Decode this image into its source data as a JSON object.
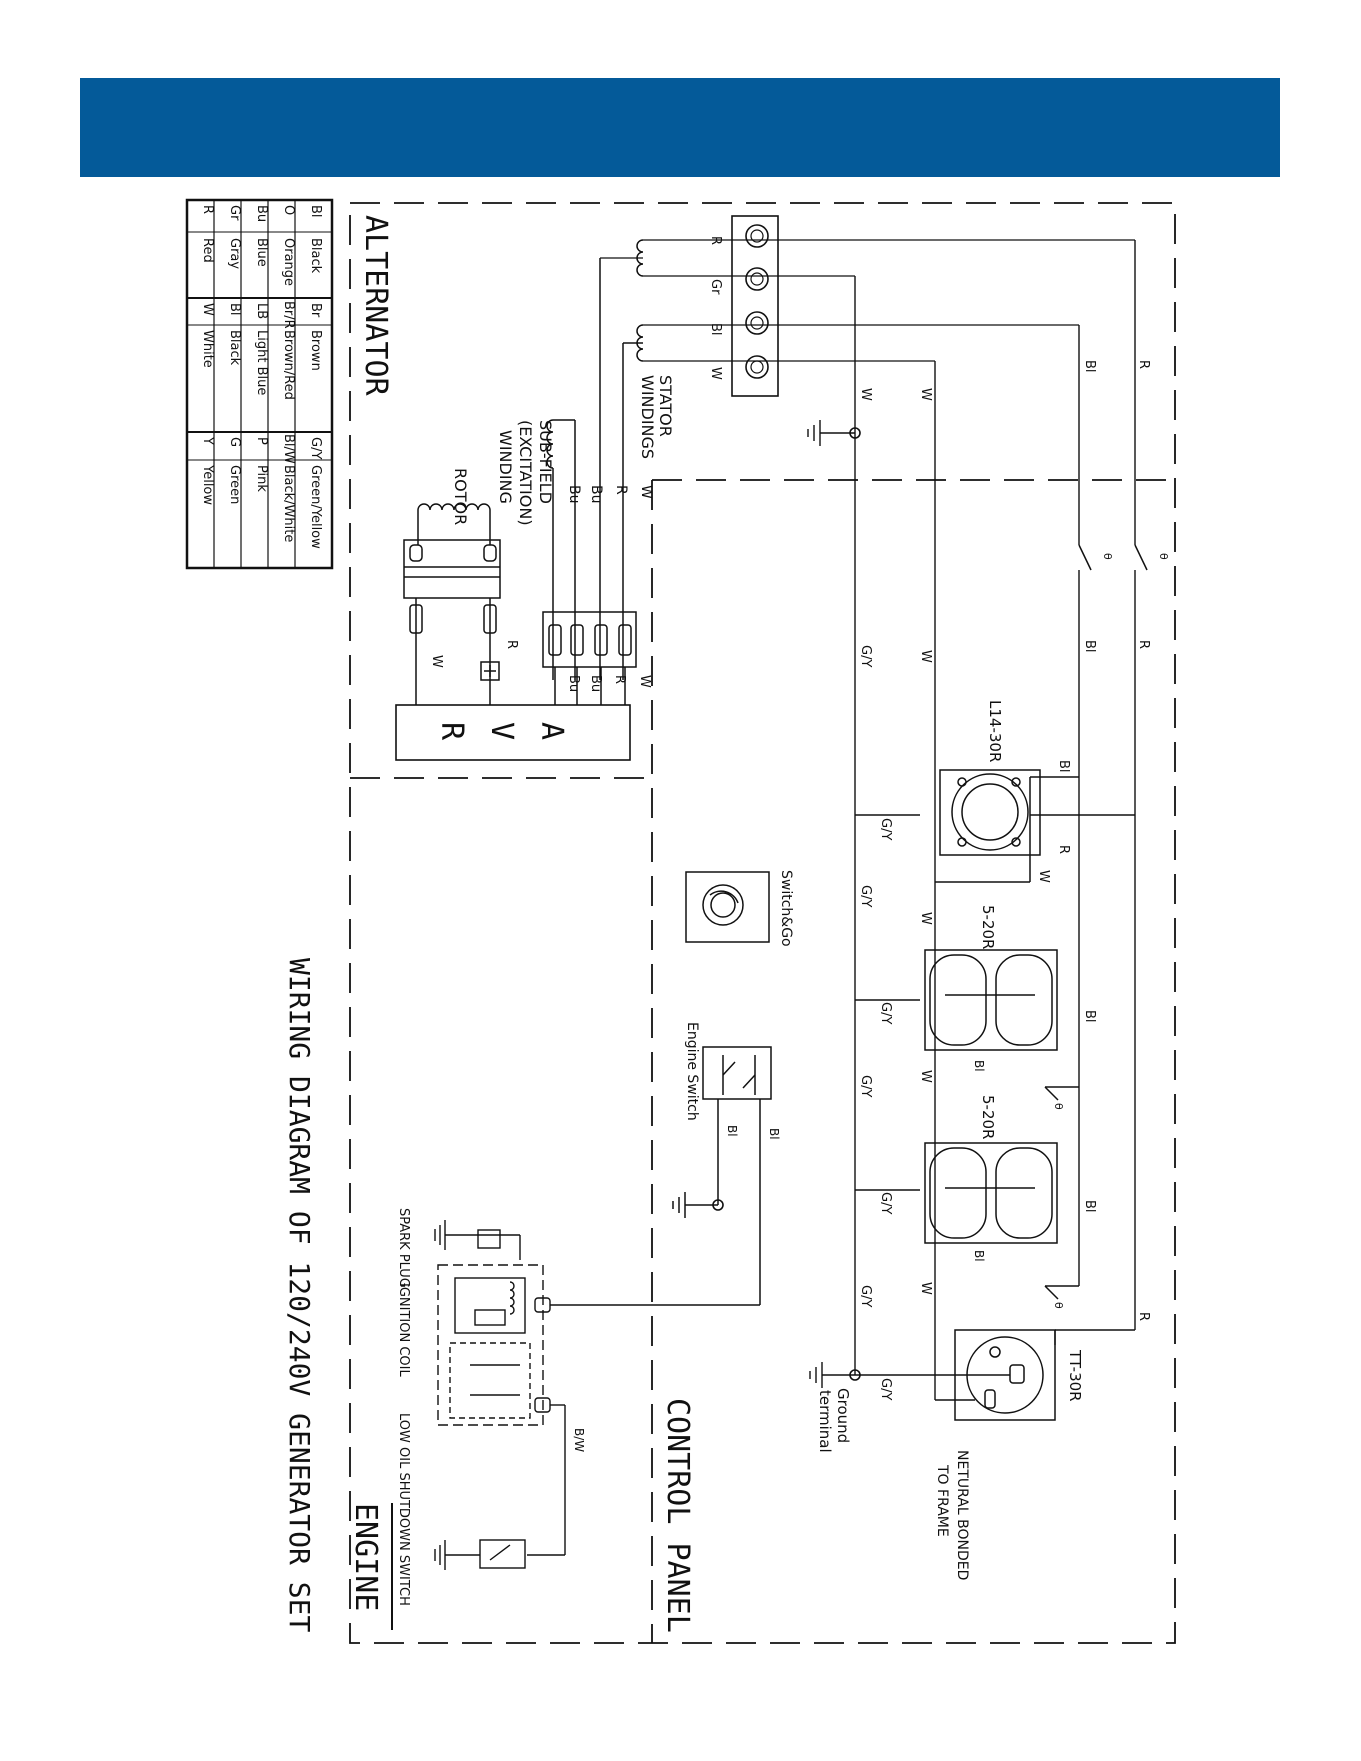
{
  "colors": {
    "banner": "#045a99",
    "line": "#111111"
  },
  "legend": {
    "rows": [
      [
        {
          "code": "Bl",
          "name": "Black"
        },
        {
          "code": "Br",
          "name": "Brown"
        },
        {
          "code": "G/Y",
          "name": "Green/Yellow"
        }
      ],
      [
        {
          "code": "O",
          "name": "Orange"
        },
        {
          "code": "Br/R",
          "name": "Brown/Red"
        },
        {
          "code": "Bl/W",
          "name": "Black/White"
        }
      ],
      [
        {
          "code": "Bu",
          "name": "Blue"
        },
        {
          "code": "LB",
          "name": "Light Blue"
        },
        {
          "code": "P",
          "name": "Pink"
        }
      ],
      [
        {
          "code": "Gr",
          "name": "Gray"
        },
        {
          "code": "Bl",
          "name": "Black"
        },
        {
          "code": "G",
          "name": "Green"
        }
      ],
      [
        {
          "code": "R",
          "name": "Red"
        },
        {
          "code": "W",
          "name": "White"
        },
        {
          "code": "Y",
          "name": "Yellow"
        }
      ]
    ]
  },
  "sections": {
    "alternator": "ALTERNATOR",
    "control_panel": "CONTROL PANEL",
    "engine": "ENGINE"
  },
  "title": "WIRING DIAGRAM OF 120/240V GENERATOR SET",
  "labels": {
    "stator_windings": [
      "STATOR",
      "WINDINGS"
    ],
    "sub_field": [
      "SUB-FIELD",
      "(EXCITATION)",
      "WINDING"
    ],
    "rotor": "ROTOR",
    "avr": [
      "A",
      "V",
      "R"
    ],
    "l14_30r": "L14-30R",
    "r5_20_a": "5-20R",
    "r5_20_b": "5-20R",
    "tt_30r": "TT-30R",
    "switch_go": "Switch&Go",
    "engine_switch": "Engine Switch",
    "spark_plug": "SPARK PLUG",
    "ignition_coil": "IGNITION COIL",
    "low_oil": "LOW OIL SHUTDOWN SWITCH",
    "ground_terminal": [
      "Ground",
      "terminal"
    ],
    "neutral_bonded": [
      "NETURAL BONDED",
      "TO FRAME"
    ]
  },
  "wires": {
    "terminal_letters": [
      "R",
      "Gr",
      "Bl",
      "W"
    ],
    "avr_leads": [
      "Bu",
      "Bu",
      "R",
      "W"
    ],
    "rotor_leads": [
      "R",
      "W"
    ],
    "w": "W",
    "r": "R",
    "bl": "Bl",
    "gy": "G/Y",
    "bw": "B/W",
    "theta": "θ"
  }
}
